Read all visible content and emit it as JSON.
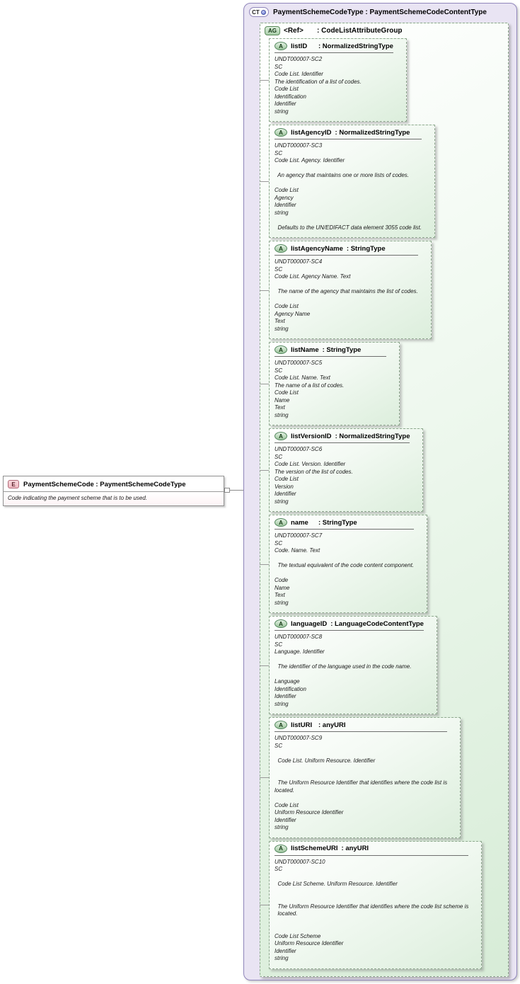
{
  "element": {
    "badge": "E",
    "title": "PaymentSchemeCode : PaymentSchemeCodeType",
    "description": "Code indicating the payment scheme that is to be used."
  },
  "complex_type": {
    "badge": "CT",
    "title": "PaymentSchemeCodeType : PaymentSchemeCodeContentType"
  },
  "attribute_group": {
    "badge": "AG",
    "name": "<Ref>",
    "type": ": CodeListAttributeGroup"
  },
  "attributes": [
    {
      "badge": "A",
      "name": "listID",
      "type": ": NormalizedStringType",
      "lines": [
        "UNDT000007-SC2",
        "SC",
        "Code List. Identifier",
        "The identification of a list of codes.",
        "Code List",
        "Identification",
        "Identifier",
        "string"
      ]
    },
    {
      "badge": "A",
      "name": "listAgencyID",
      "type": ": NormalizedStringType",
      "lines": [
        "UNDT000007-SC3",
        "SC",
        "Code List. Agency. Identifier",
        "",
        "  An agency that maintains one or more lists of codes.",
        "",
        "Code List",
        "Agency",
        "Identifier",
        "string",
        "",
        "  Defaults to the UN/EDIFACT data element 3055 code list."
      ]
    },
    {
      "badge": "A",
      "name": "listAgencyName",
      "type": ": StringType",
      "lines": [
        "UNDT000007-SC4",
        "SC",
        "Code List. Agency Name. Text",
        "",
        "  The name of the agency that maintains the list of codes.",
        "",
        "Code List",
        "Agency Name",
        "Text",
        "string"
      ]
    },
    {
      "badge": "A",
      "name": "listName",
      "type": ": StringType",
      "lines": [
        "UNDT000007-SC5",
        "SC",
        "Code List. Name. Text",
        "The name of a list of codes.",
        "Code List",
        "Name",
        "Text",
        "string"
      ]
    },
    {
      "badge": "A",
      "name": "listVersionID",
      "type": ": NormalizedStringType",
      "lines": [
        "UNDT000007-SC6",
        "SC",
        "Code List. Version. Identifier",
        "The version of the list of codes.",
        "Code List",
        "Version",
        "Identifier",
        "string"
      ]
    },
    {
      "badge": "A",
      "name": "name",
      "type": ": StringType",
      "lines": [
        "UNDT000007-SC7",
        "SC",
        "Code. Name. Text",
        "",
        "  The textual equivalent of the code content component.",
        "",
        "Code",
        "Name",
        "Text",
        "string"
      ]
    },
    {
      "badge": "A",
      "name": "languageID",
      "type": ": LanguageCodeContentType",
      "lines": [
        "UNDT000007-SC8",
        "SC",
        "Language. Identifier",
        "",
        "  The identifier of the language used in the code name.",
        "",
        "Language",
        "Identification",
        "Identifier",
        "string"
      ]
    },
    {
      "badge": "A",
      "name": "listURI",
      "type": ": anyURI",
      "lines": [
        "UNDT000007-SC9",
        "SC",
        "",
        "  Code List. Uniform Resource. Identifier",
        "",
        "",
        "  The Uniform Resource Identifier that identifies where the code list is",
        "located.",
        "",
        "Code List",
        "Uniform Resource Identifier",
        "Identifier",
        "string"
      ]
    },
    {
      "badge": "A",
      "name": "listSchemeURI",
      "type": ": anyURI",
      "lines": [
        "UNDT000007-SC10",
        "SC",
        "",
        "  Code List Scheme. Uniform Resource. Identifier",
        "",
        "",
        "  The Uniform Resource Identifier that identifies where the code list scheme is",
        "  located.",
        "",
        "",
        "Code List Scheme",
        "Uniform Resource Identifier",
        "Identifier",
        "string"
      ]
    }
  ],
  "colors": {
    "ct_fill": "#e9e4f3",
    "ct_border": "#9086bb",
    "group_fill": "#d7ecd7",
    "green_border": "#8fa98f",
    "badge_green": "#a8cda8",
    "element_pink": "#efb9c1"
  }
}
